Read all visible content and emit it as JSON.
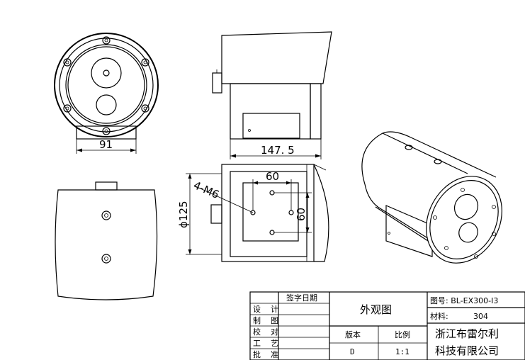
{
  "dimensions": {
    "width_front": "91",
    "length_side": "147. 5",
    "bolt_spacing_h": "60",
    "bolt_spacing_v": "60",
    "height_back": "ϕ125",
    "thread": "4-M6"
  },
  "title_block": {
    "sign_date_header": "签字日期",
    "rows": [
      "设    计",
      "制    图",
      "校    对",
      "工    艺",
      "批    准"
    ],
    "drawing_name": "外观图",
    "version_label": "版本",
    "scale_label": "比例",
    "version_value": "D",
    "scale_value": "1:1",
    "drawing_no": "图号: BL-EX300-I3",
    "material_label": "材料:",
    "material_value": "304",
    "company_line1": "浙江布雷尔利",
    "company_line2": "科技有限公司"
  }
}
